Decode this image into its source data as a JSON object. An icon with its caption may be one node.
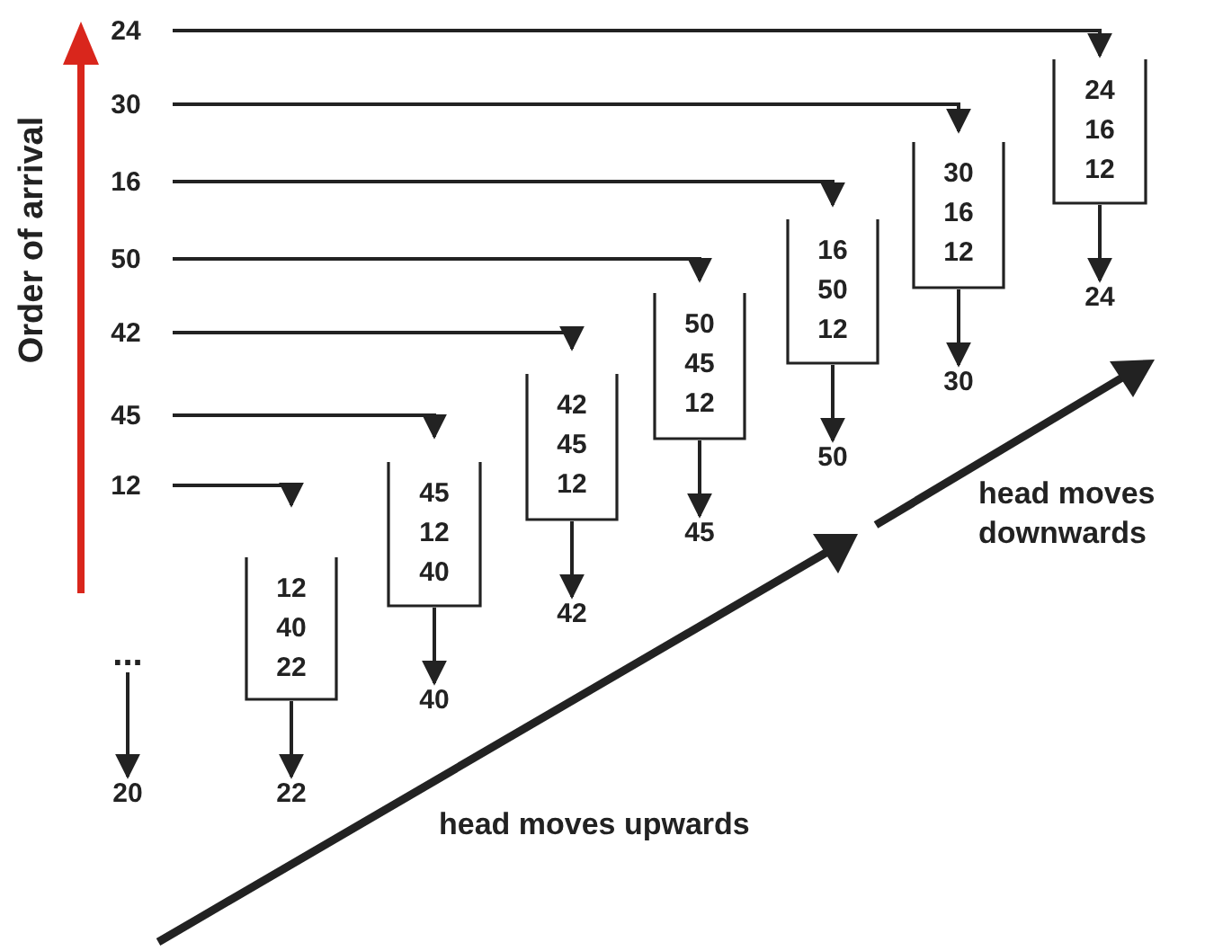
{
  "diagram": {
    "nodes": [
      {
        "text": [
          "24"
        ]
      },
      {
        "text": [
          "30"
        ]
      },
      {
        "text": [
          "16"
        ]
      },
      {
        "text": [
          "50"
        ]
      },
      {
        "text": [
          "42"
        ]
      },
      {
        "text": [
          "45"
        ]
      },
      {
        "text": [
          "12"
        ]
      },
      {
        "text": [
          "..."
        ]
      },
      {
        "text": [
          "12",
          "40",
          "22"
        ]
      },
      {
        "text": [
          "45",
          "12",
          "40"
        ]
      },
      {
        "text": [
          "42",
          "45",
          "12"
        ]
      },
      {
        "text": [
          "50",
          "45",
          "12"
        ]
      },
      {
        "text": [
          "16",
          "50",
          "12"
        ]
      },
      {
        "text": [
          "30",
          "16",
          "12"
        ]
      },
      {
        "text": [
          "24",
          "16",
          "12"
        ]
      },
      {
        "text": [
          "20"
        ]
      },
      {
        "text": [
          "22"
        ]
      },
      {
        "text": [
          "40"
        ]
      },
      {
        "text": [
          "42"
        ]
      },
      {
        "text": [
          "45"
        ]
      },
      {
        "text": [
          "50"
        ]
      },
      {
        "text": [
          "30"
        ]
      },
      {
        "text": [
          "24"
        ]
      }
    ],
    "edges": [
      {
        "from": 6,
        "to": 8,
        "arrow": "to"
      },
      {
        "from": 5,
        "to": 9,
        "arrow": "to"
      },
      {
        "from": 4,
        "to": 10,
        "arrow": "to"
      },
      {
        "from": 3,
        "to": 11,
        "arrow": "to"
      },
      {
        "from": 2,
        "to": 12,
        "arrow": "to"
      },
      {
        "from": 1,
        "to": 13,
        "arrow": "to"
      },
      {
        "from": 0,
        "to": 14,
        "arrow": "to"
      },
      {
        "from": 7,
        "to": 15,
        "arrow": "to"
      },
      {
        "from": 8,
        "to": 16,
        "arrow": "to"
      },
      {
        "from": 9,
        "to": 17,
        "arrow": "to"
      },
      {
        "from": 10,
        "to": 18,
        "arrow": "to"
      },
      {
        "from": 11,
        "to": 19,
        "arrow": "to"
      },
      {
        "from": 12,
        "to": 20,
        "arrow": "to"
      },
      {
        "from": 13,
        "to": 21,
        "arrow": "to"
      },
      {
        "from": 14,
        "to": 22,
        "arrow": "to"
      }
    ],
    "labels": [
      "Order of arrival",
      "head moves downwards",
      "head moves upwards"
    ]
  }
}
